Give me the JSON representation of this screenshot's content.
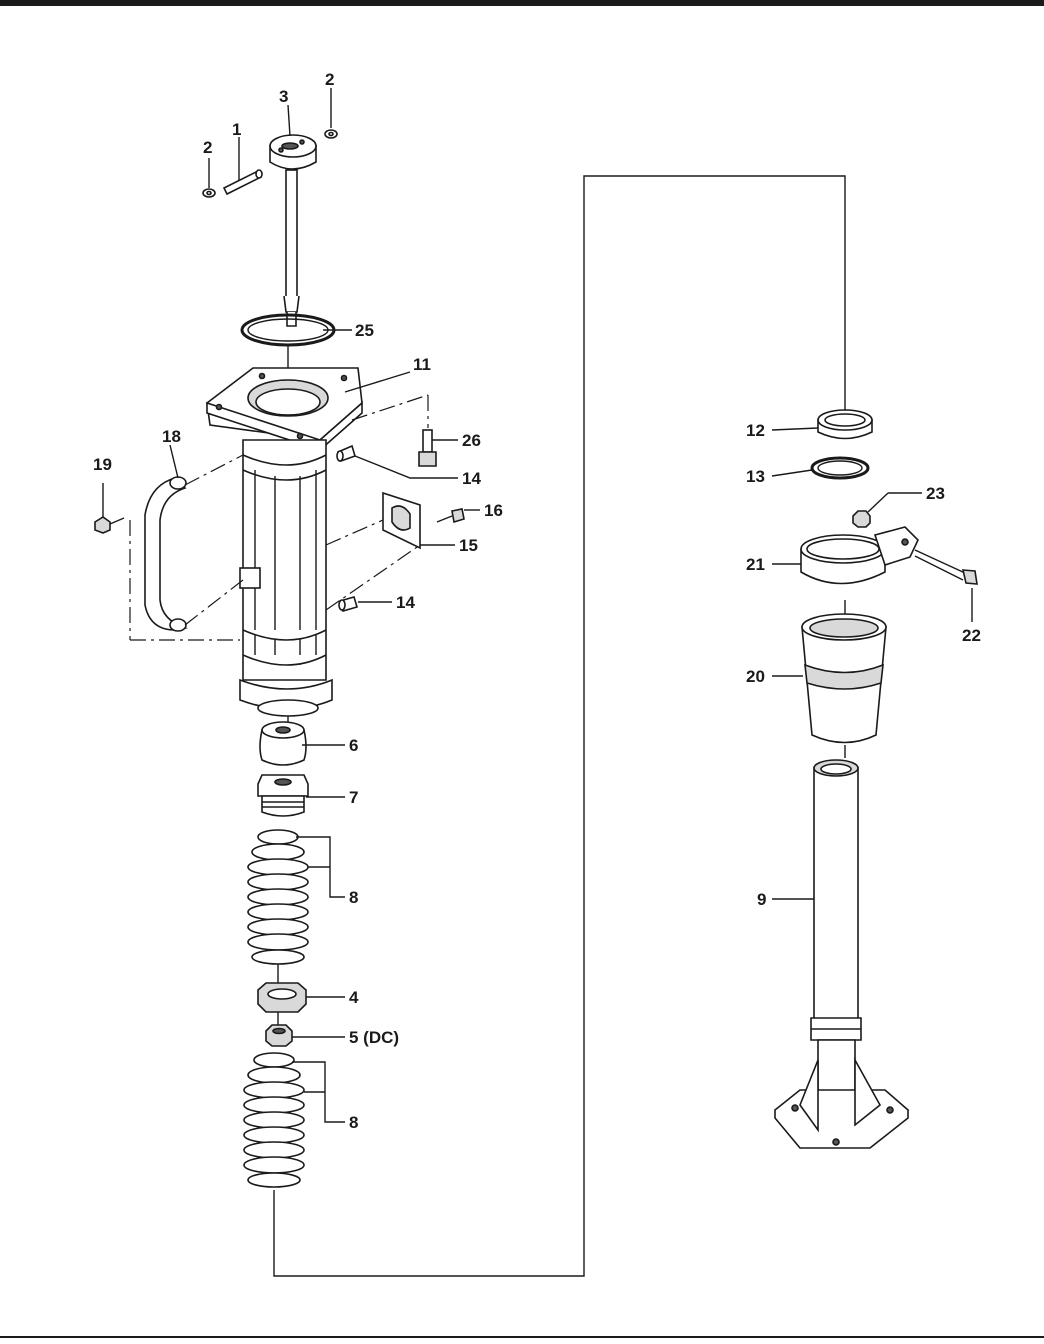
{
  "labels": {
    "p1": "1",
    "p2a": "2",
    "p2b": "2",
    "p3": "3",
    "p25": "25",
    "p11": "11",
    "p18": "18",
    "p19": "19",
    "p26": "26",
    "p14a": "14",
    "p16": "16",
    "p15": "15",
    "p14b": "14",
    "p6": "6",
    "p7": "7",
    "p8a": "8",
    "p4": "4",
    "p5": "5 (DC)",
    "p8b": "8",
    "p12": "12",
    "p13": "13",
    "p23": "23",
    "p21": "21",
    "p22": "22",
    "p20": "20",
    "p9": "9"
  }
}
